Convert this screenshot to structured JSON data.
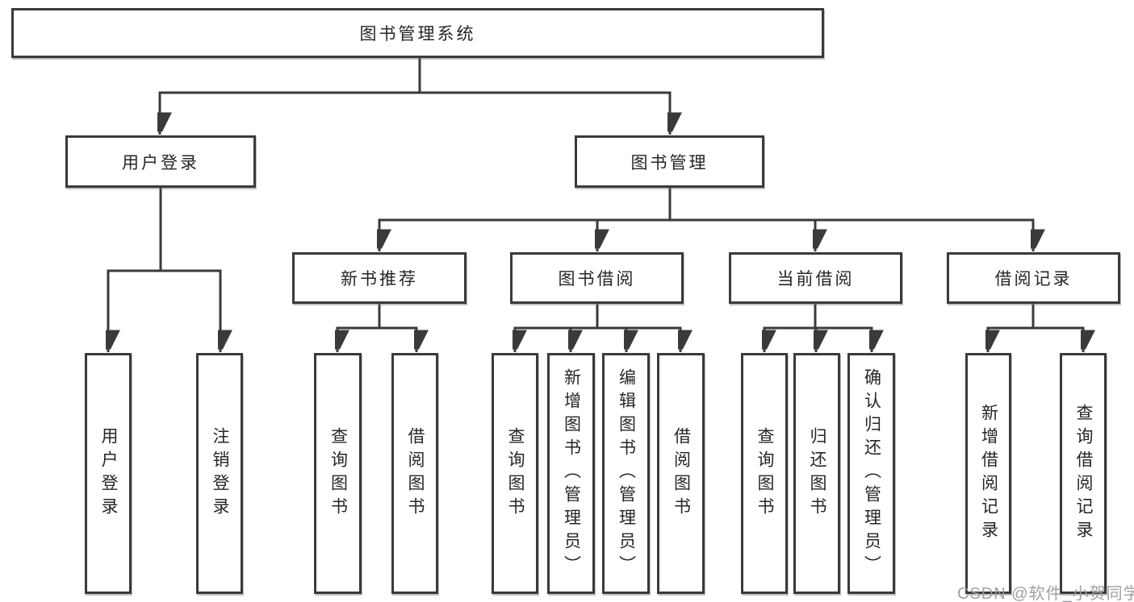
{
  "tree": {
    "label": "图书管理系统",
    "children": [
      {
        "label": "用户登录",
        "children": [
          {
            "label": "用户登录"
          },
          {
            "label": "注销登录"
          }
        ]
      },
      {
        "label": "图书管理",
        "children": [
          {
            "label": "新书推荐",
            "children": [
              {
                "label": "查询图书"
              },
              {
                "label": "借阅图书"
              }
            ]
          },
          {
            "label": "图书借阅",
            "children": [
              {
                "label": "查询图书"
              },
              {
                "label": "新增图书（管理员）"
              },
              {
                "label": "编辑图书（管理员）"
              },
              {
                "label": "借阅图书"
              }
            ]
          },
          {
            "label": "当前借阅",
            "children": [
              {
                "label": "查询图书"
              },
              {
                "label": "归还图书"
              },
              {
                "label": "确认归还（管理员）"
              }
            ]
          },
          {
            "label": "借阅记录",
            "children": [
              {
                "label": "新增借阅记录"
              },
              {
                "label": "查询借阅记录"
              }
            ]
          }
        ]
      }
    ]
  },
  "watermark": {
    "text": "CSDN @软件_小贺同学"
  },
  "colors": {
    "line": "#3a3a3a",
    "box_background": "#ffffff",
    "text": "#262626",
    "watermark": "#9b9ba1"
  }
}
